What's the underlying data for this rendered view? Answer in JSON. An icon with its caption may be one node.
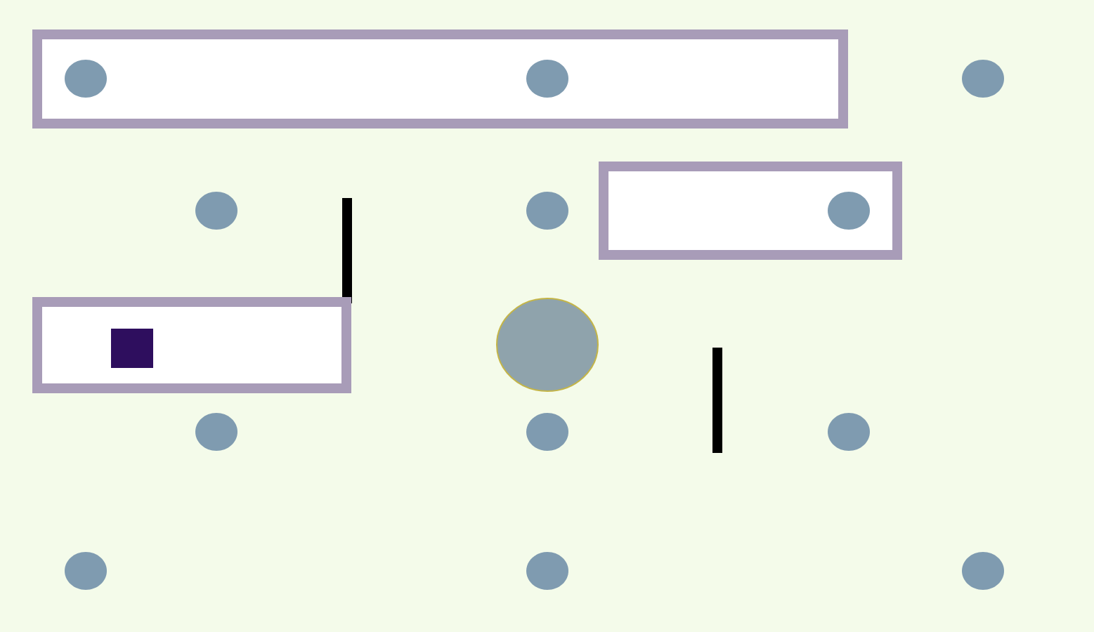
{
  "diagram": {
    "nodes": [
      {
        "text": [],
        "shape": "box"
      },
      {
        "text": [],
        "shape": "circle",
        "in": 0
      },
      {
        "text": [],
        "shape": "circle",
        "in": 0
      },
      {
        "text": [],
        "shape": "circle"
      },
      {
        "text": [],
        "shape": "circle"
      },
      {
        "text": [],
        "shape": "bar"
      },
      {
        "text": [],
        "shape": "circle"
      },
      {
        "text": [],
        "shape": "box"
      },
      {
        "text": [],
        "shape": "circle",
        "in": 7
      },
      {
        "text": [],
        "shape": "box"
      },
      {
        "text": [],
        "shape": "box",
        "in": 9
      },
      {
        "text": [],
        "shape": "circle"
      },
      {
        "text": [],
        "shape": "bar"
      },
      {
        "text": [],
        "shape": "circle"
      },
      {
        "text": [],
        "shape": "circle"
      },
      {
        "text": [],
        "shape": "circle"
      },
      {
        "text": [],
        "shape": "circle"
      },
      {
        "text": [],
        "shape": "circle"
      },
      {
        "text": [],
        "shape": "circle"
      }
    ]
  }
}
